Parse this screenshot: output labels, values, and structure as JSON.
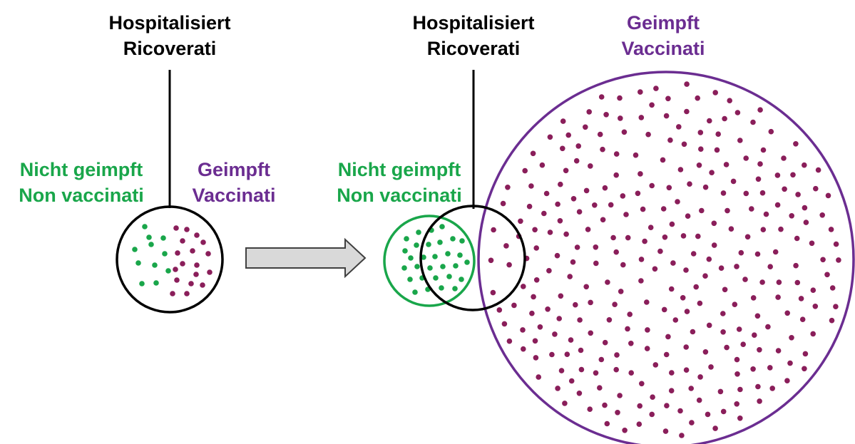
{
  "colors": {
    "unvaccinated": "#19a64a",
    "vaccinated": "#6b2d91",
    "dot_vaccinated": "#8a1e5a",
    "hospitalized": "#000000",
    "arrow_fill": "#d9d9d9",
    "arrow_stroke": "#404040"
  },
  "left_panel": {
    "hospitalized_de": "Hospitalisiert",
    "hospitalized_it": "Ricoverati",
    "unvaccinated_de": "Nicht geimpft",
    "unvaccinated_it": "Non vaccinati",
    "vaccinated_de": "Geimpft",
    "vaccinated_it": "Vaccinati"
  },
  "right_panel": {
    "hospitalized_de": "Hospitalisiert",
    "hospitalized_it": "Ricoverati",
    "unvaccinated_de": "Nicht geimpft",
    "unvaccinated_it": "Non vaccinati",
    "vaccinated_de": "Geimpft",
    "vaccinated_it": "Vaccinati"
  }
}
